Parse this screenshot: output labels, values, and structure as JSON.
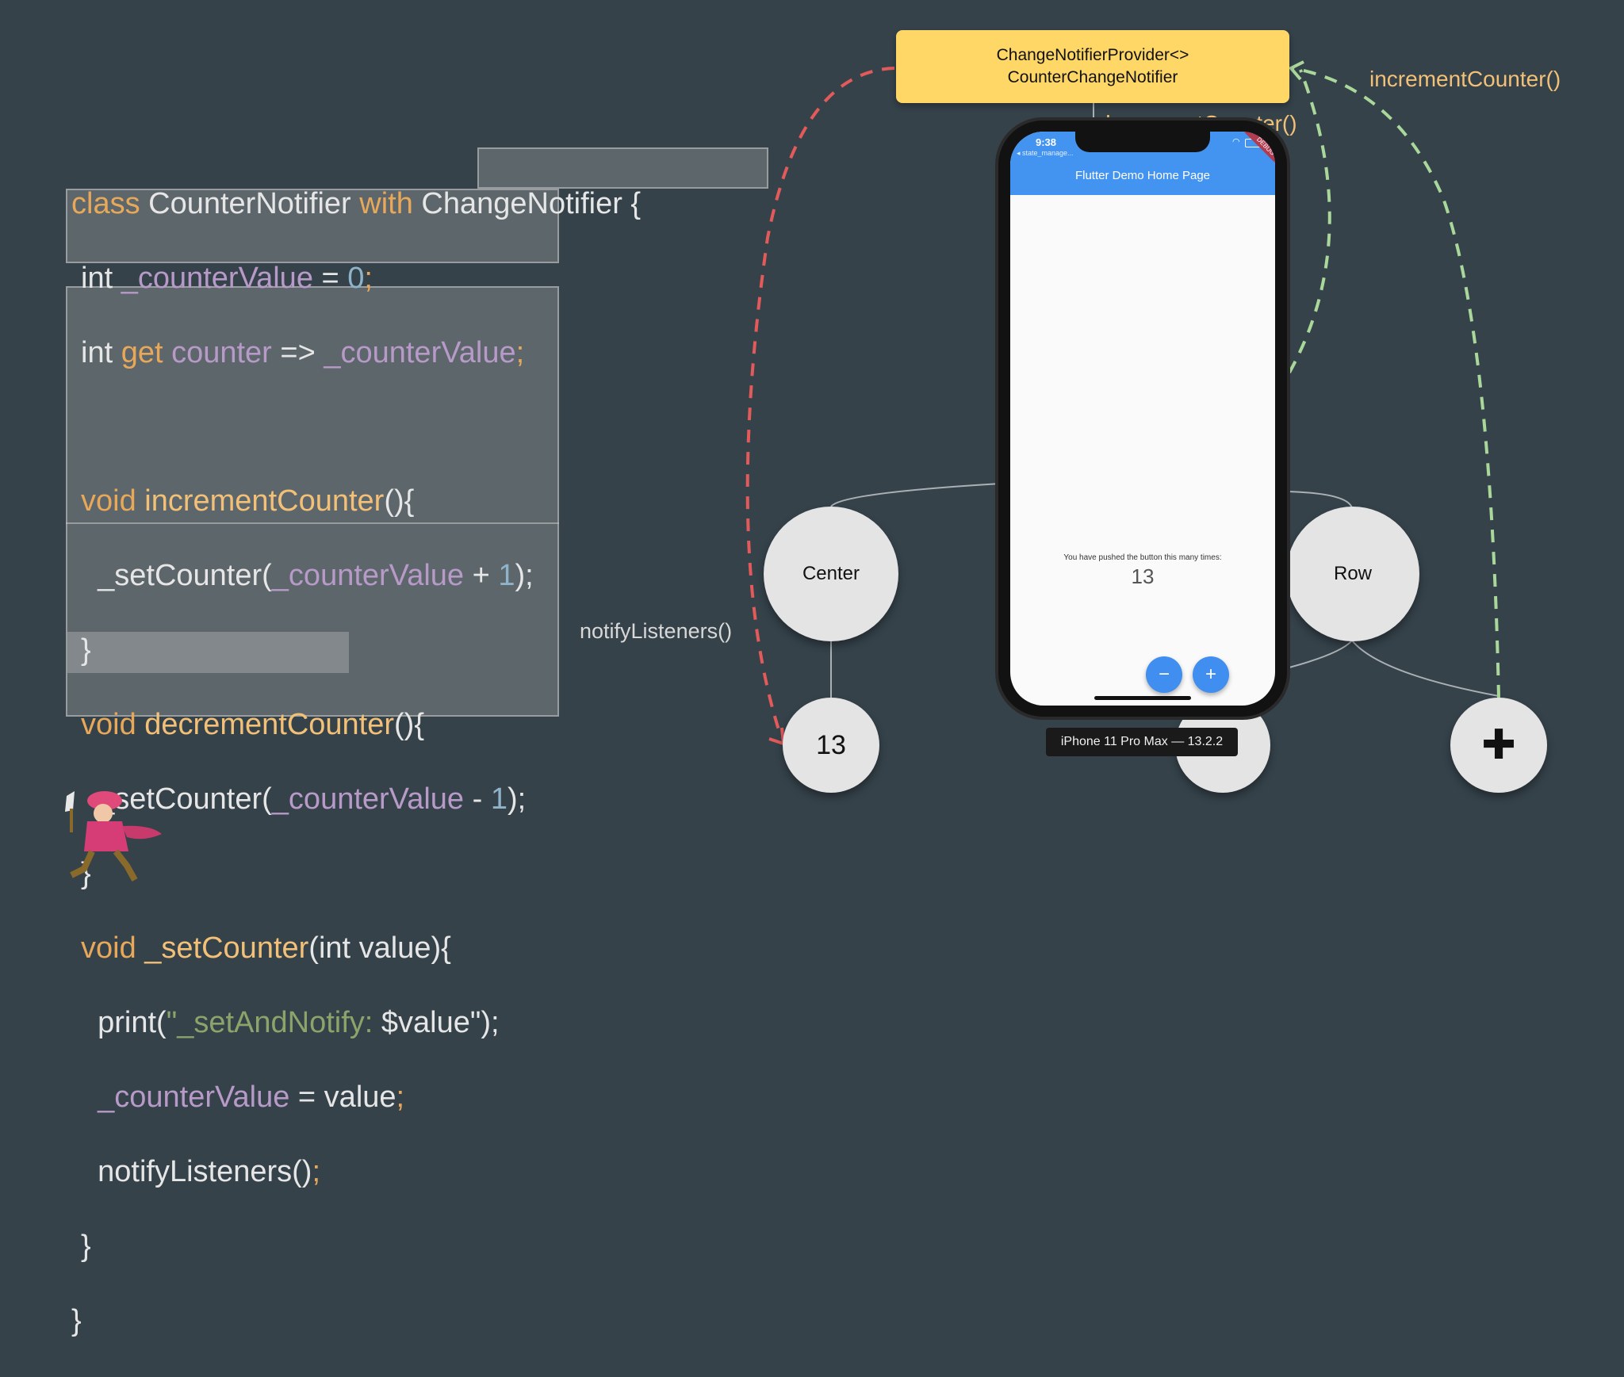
{
  "code": {
    "line1_kw": "class",
    "line1_name": " CounterNotifier ",
    "line1_with": "with",
    "line1_rest": " ChangeNotifier {",
    "field1_type": "int ",
    "field1_var": "_counterValue",
    "field1_eq": " = ",
    "field1_num": "0",
    "field1_semi": ";",
    "getter_type": "int ",
    "getter_kw": "get",
    "getter_name": " counter",
    "getter_arrow": " => ",
    "getter_var": "_counterValue",
    "getter_semi": ";",
    "inc_void": "void ",
    "inc_name": "incrementCounter",
    "inc_paren": "(){",
    "inc_call": "  _setCounter(",
    "inc_var": "_counterValue",
    "inc_op": " + ",
    "inc_num": "1",
    "inc_end": ");",
    "close1": "}",
    "dec_void": "void ",
    "dec_name": "decrementCounter",
    "dec_paren": "(){",
    "dec_call": "  _setCounter(",
    "dec_var": "_counterValue",
    "dec_op": " - ",
    "dec_num": "1",
    "dec_end": ");",
    "close2": "}",
    "set_void": "void ",
    "set_name": "_setCounter",
    "set_params": "(int value){",
    "print_call": "  print(",
    "print_str": "\"_setAndNotify: ",
    "print_val": "$value\"",
    "print_end": ");",
    "assign_var": "  _counterValue",
    "assign_rest": " = value",
    "assign_semi": ";",
    "notify": "  notifyListeners()",
    "notify_semi": ";",
    "close3": "}",
    "close4": "}"
  },
  "provider": {
    "line1": "ChangeNotifierProvider<>",
    "line2": "CounterChangeNotifier"
  },
  "labels": {
    "increment": "incrementCounter()",
    "decrement": "decrementCounter()",
    "notify": "notifyListeners()"
  },
  "tree": {
    "center": "Center",
    "row": "Row",
    "count": "13",
    "plus": "✚"
  },
  "phone": {
    "time": "9:38",
    "back_app": "◂ state_manage...",
    "title": "Flutter Demo Home Page",
    "message": "You have pushed the button this many times:",
    "counter": "13",
    "minus": "−",
    "plus": "+",
    "banner": "DEBUG",
    "device": "iPhone 11 Pro Max — 13.2.2"
  },
  "colors": {
    "background": "#35424a",
    "provider": "#fed766",
    "red_arrow": "#e25a5a",
    "green_arrow": "#a9d89a",
    "appbar": "#4393f0"
  }
}
